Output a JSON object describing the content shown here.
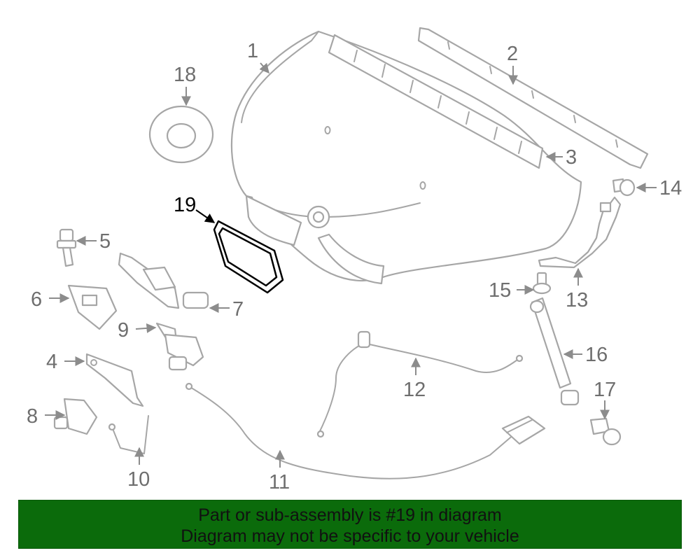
{
  "diagram": {
    "highlighted_part": "19",
    "callouts": [
      "1",
      "2",
      "3",
      "4",
      "5",
      "6",
      "7",
      "8",
      "9",
      "10",
      "11",
      "12",
      "13",
      "14",
      "15",
      "16",
      "17",
      "18",
      "19"
    ]
  },
  "banner": {
    "line1": "Part or sub-assembly is #19 in diagram",
    "line2": "Diagram may not be specific to your vehicle",
    "color": "#0b6b0b"
  }
}
